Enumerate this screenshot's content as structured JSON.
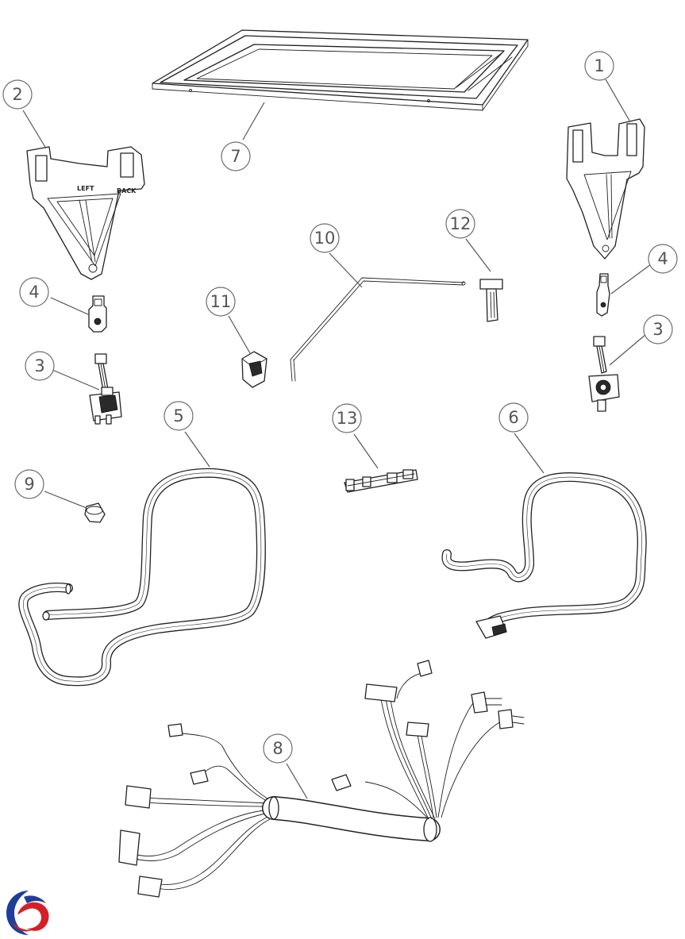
{
  "callouts": [
    {
      "id": "c1",
      "label": "1"
    },
    {
      "id": "c2",
      "label": "2"
    },
    {
      "id": "c3a",
      "label": "3"
    },
    {
      "id": "c3b",
      "label": "3"
    },
    {
      "id": "c4a",
      "label": "4"
    },
    {
      "id": "c4b",
      "label": "4"
    },
    {
      "id": "c5",
      "label": "5"
    },
    {
      "id": "c6",
      "label": "6"
    },
    {
      "id": "c7",
      "label": "7"
    },
    {
      "id": "c8",
      "label": "8"
    },
    {
      "id": "c9",
      "label": "9"
    },
    {
      "id": "c10",
      "label": "10"
    },
    {
      "id": "c11",
      "label": "11"
    },
    {
      "id": "c12",
      "label": "12"
    },
    {
      "id": "c13",
      "label": "13"
    }
  ],
  "embossed": {
    "left": "LEFT",
    "back": "BACK"
  },
  "logo": {
    "colors": [
      "#1f3e9a",
      "#d42027"
    ]
  }
}
